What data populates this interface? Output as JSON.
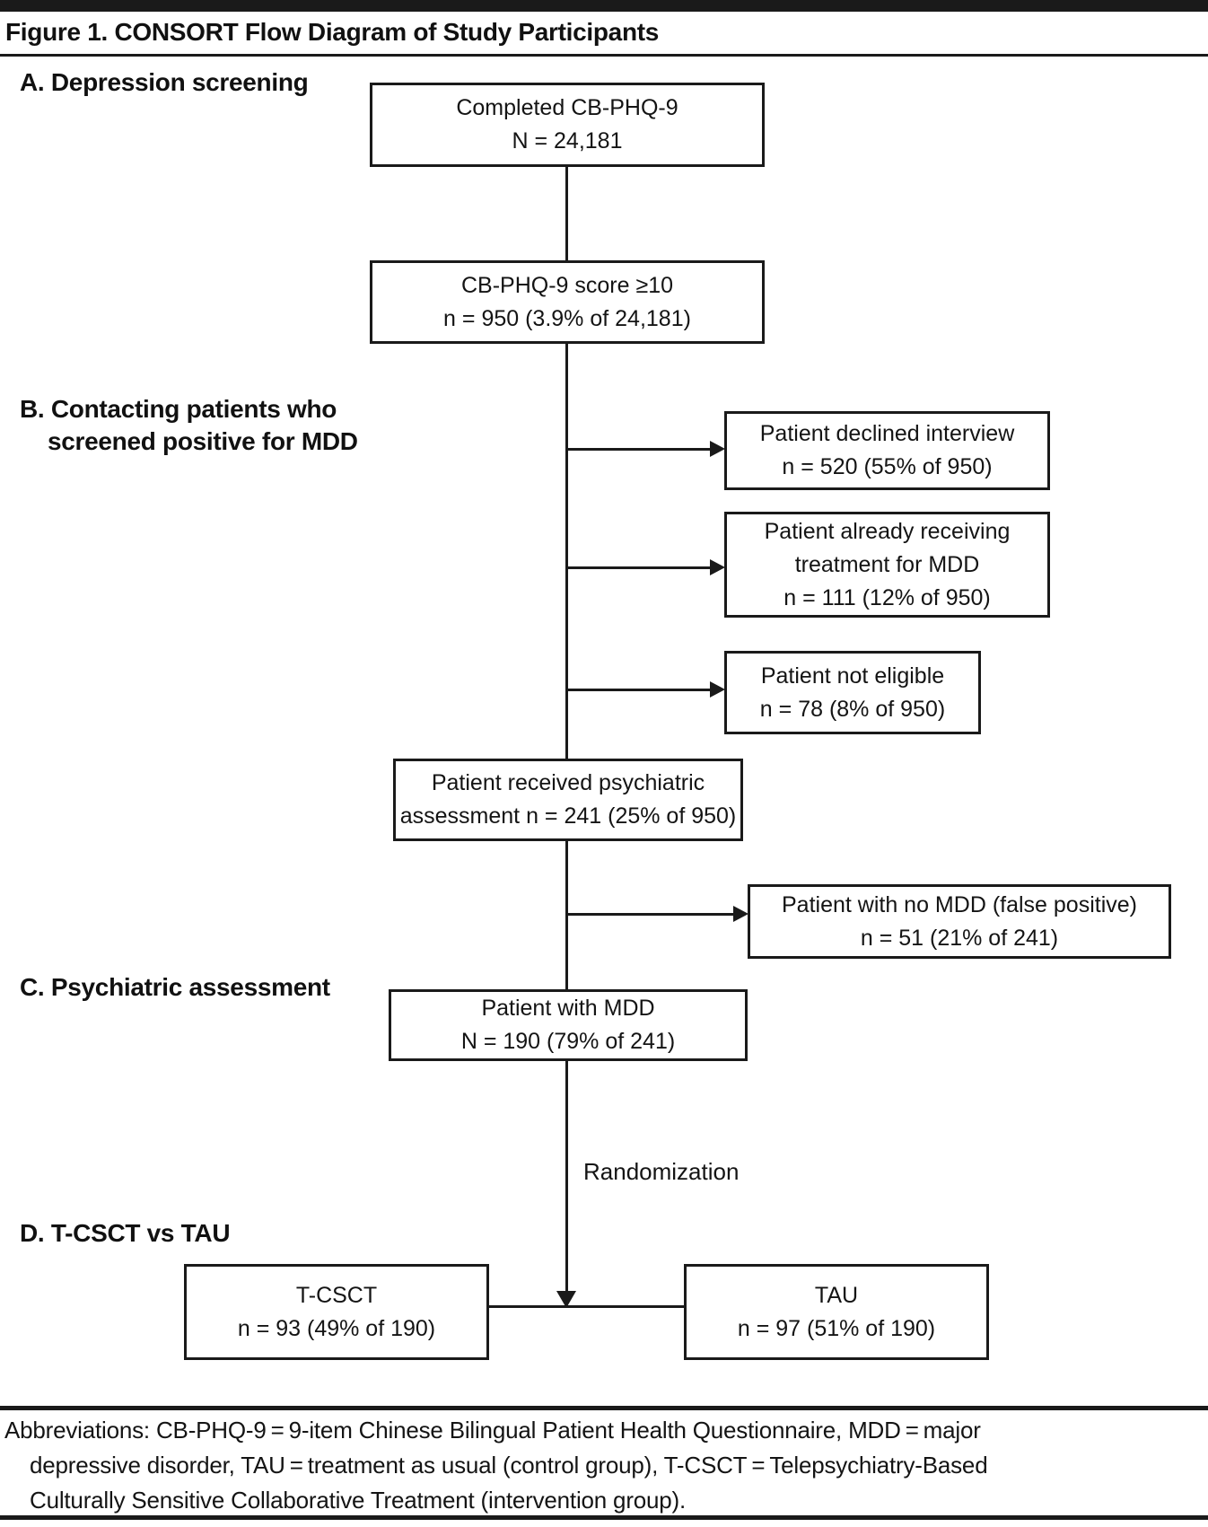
{
  "title": "Figure 1. CONSORT Flow Diagram of Study Participants",
  "sections": {
    "a": "A. Depression screening",
    "b1": "B. Contacting patients who",
    "b2": "screened positive for MDD",
    "c": "C. Psychiatric assessment",
    "d": "D. T-CSCT vs TAU"
  },
  "boxes": {
    "completed": {
      "l1": "Completed CB-PHQ-9",
      "l2": "N = 24,181"
    },
    "score": {
      "l1": "CB-PHQ-9 score ≥10",
      "l2": "n = 950 (3.9% of 24,181)"
    },
    "declined": {
      "l1": "Patient declined interview",
      "l2": "n = 520 (55% of 950)"
    },
    "receiving": {
      "l1": "Patient already receiving",
      "l2": "treatment for MDD",
      "l3": "n = 111 (12% of 950)"
    },
    "not_eligible": {
      "l1": "Patient not eligible",
      "l2": "n = 78 (8% of 950)"
    },
    "assessment": {
      "l1": "Patient received psychiatric",
      "l2": "assessment n = 241 (25% of 950)"
    },
    "false_positive": {
      "l1": "Patient with no MDD (false positive)",
      "l2": "n = 51 (21% of 241)"
    },
    "mdd": {
      "l1": "Patient with MDD",
      "l2": "N = 190 (79% of 241)"
    },
    "tcsct": {
      "l1": "T-CSCT",
      "l2": "n = 93 (49% of 190)"
    },
    "tau": {
      "l1": "TAU",
      "l2": "n = 97 (51% of 190)"
    }
  },
  "labels": {
    "randomization": "Randomization"
  },
  "footer": {
    "l1": "Abbreviations: CB-PHQ-9 = 9-item Chinese Bilingual Patient Health Questionnaire, MDD = major",
    "l2": "depressive disorder, TAU = treatment as usual (control group), T-CSCT = Telepsychiatry-Based",
    "l3": "Culturally Sensitive Collaborative Treatment (intervention group)."
  },
  "colors": {
    "ink": "#1a1a1a",
    "background": "#ffffff"
  }
}
